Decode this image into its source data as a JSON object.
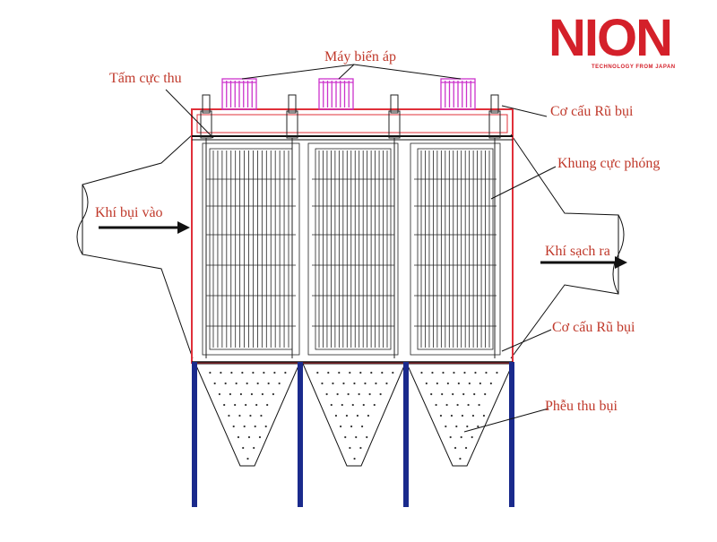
{
  "logo": {
    "wordmark": "NION",
    "tagline": "TECHNOLOGY FROM JAPAN",
    "color": "#d4202a"
  },
  "labels": {
    "transformer": "Máy biến áp",
    "collector_plate": "Tấm cực thu",
    "rapping_top": "Cơ cấu Rũ bụi",
    "discharge_frame": "Khung cực phóng",
    "gas_in": "Khí bụi vào",
    "gas_out": "Khí sạch ra",
    "rapping_bottom": "Cơ cấu Rũ bụi",
    "hopper": "Phễu thu bụi"
  },
  "colors": {
    "label_red": "#c0392b",
    "casing_red": "#e0303a",
    "transformer_magenta": "#cc33cc",
    "support_blue": "#1a2a8c",
    "line_black": "#111111"
  }
}
